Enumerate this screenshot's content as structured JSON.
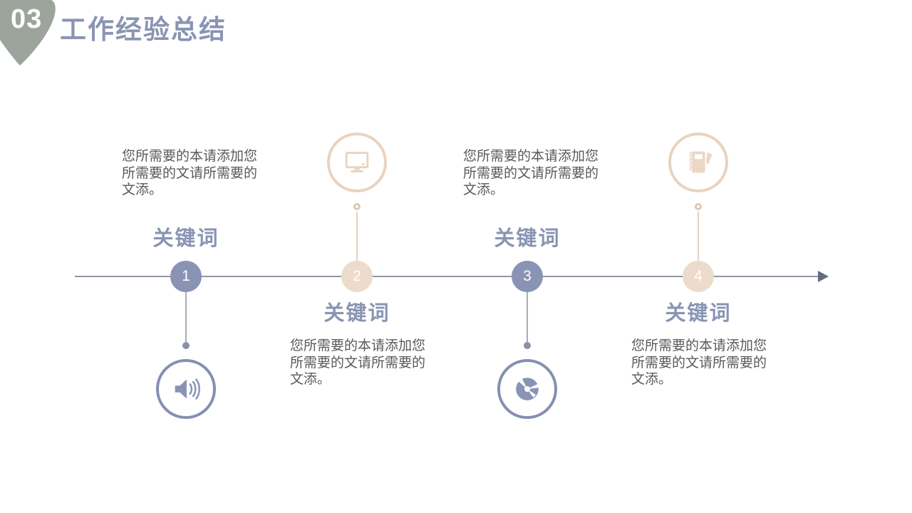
{
  "slide": {
    "section_number": "03",
    "title": "工作经验总结",
    "background": "#FFFFFF"
  },
  "colors": {
    "accent_blue": "#8993B4",
    "accent_beige": "#EDDCCB",
    "badge_green": "#9CA49C",
    "title_text": "#8A94B2",
    "body_text": "#595959",
    "axis_line": "#8F95A1",
    "axis_arrow": "#646C7E",
    "number_text": "#FFFFFF"
  },
  "timeline": {
    "direction": "left-to-right-arrow",
    "items": [
      {
        "number": "1",
        "label": "关键词",
        "description": "您所需要的本请添加您所需要的文请所需要的文添。",
        "icon": "speaker-icon",
        "content_position": "above-axis",
        "accent": "#8993B4"
      },
      {
        "number": "2",
        "label": "关键词",
        "description": "您所需要的本请添加您所需要的文请所需要的文添。",
        "icon": "monitor-icon",
        "content_position": "below-axis",
        "accent": "#EDDCCB"
      },
      {
        "number": "3",
        "label": "关键词",
        "description": "您所需要的本请添加您所需要的文请所需要的文添。",
        "icon": "cd-icon",
        "content_position": "above-axis",
        "accent": "#8993B4"
      },
      {
        "number": "4",
        "label": "关键词",
        "description": "您所需要的本请添加您所需要的文请所需要的文添。",
        "icon": "notebook-icon",
        "content_position": "below-axis",
        "accent": "#EDDCCB"
      }
    ]
  }
}
